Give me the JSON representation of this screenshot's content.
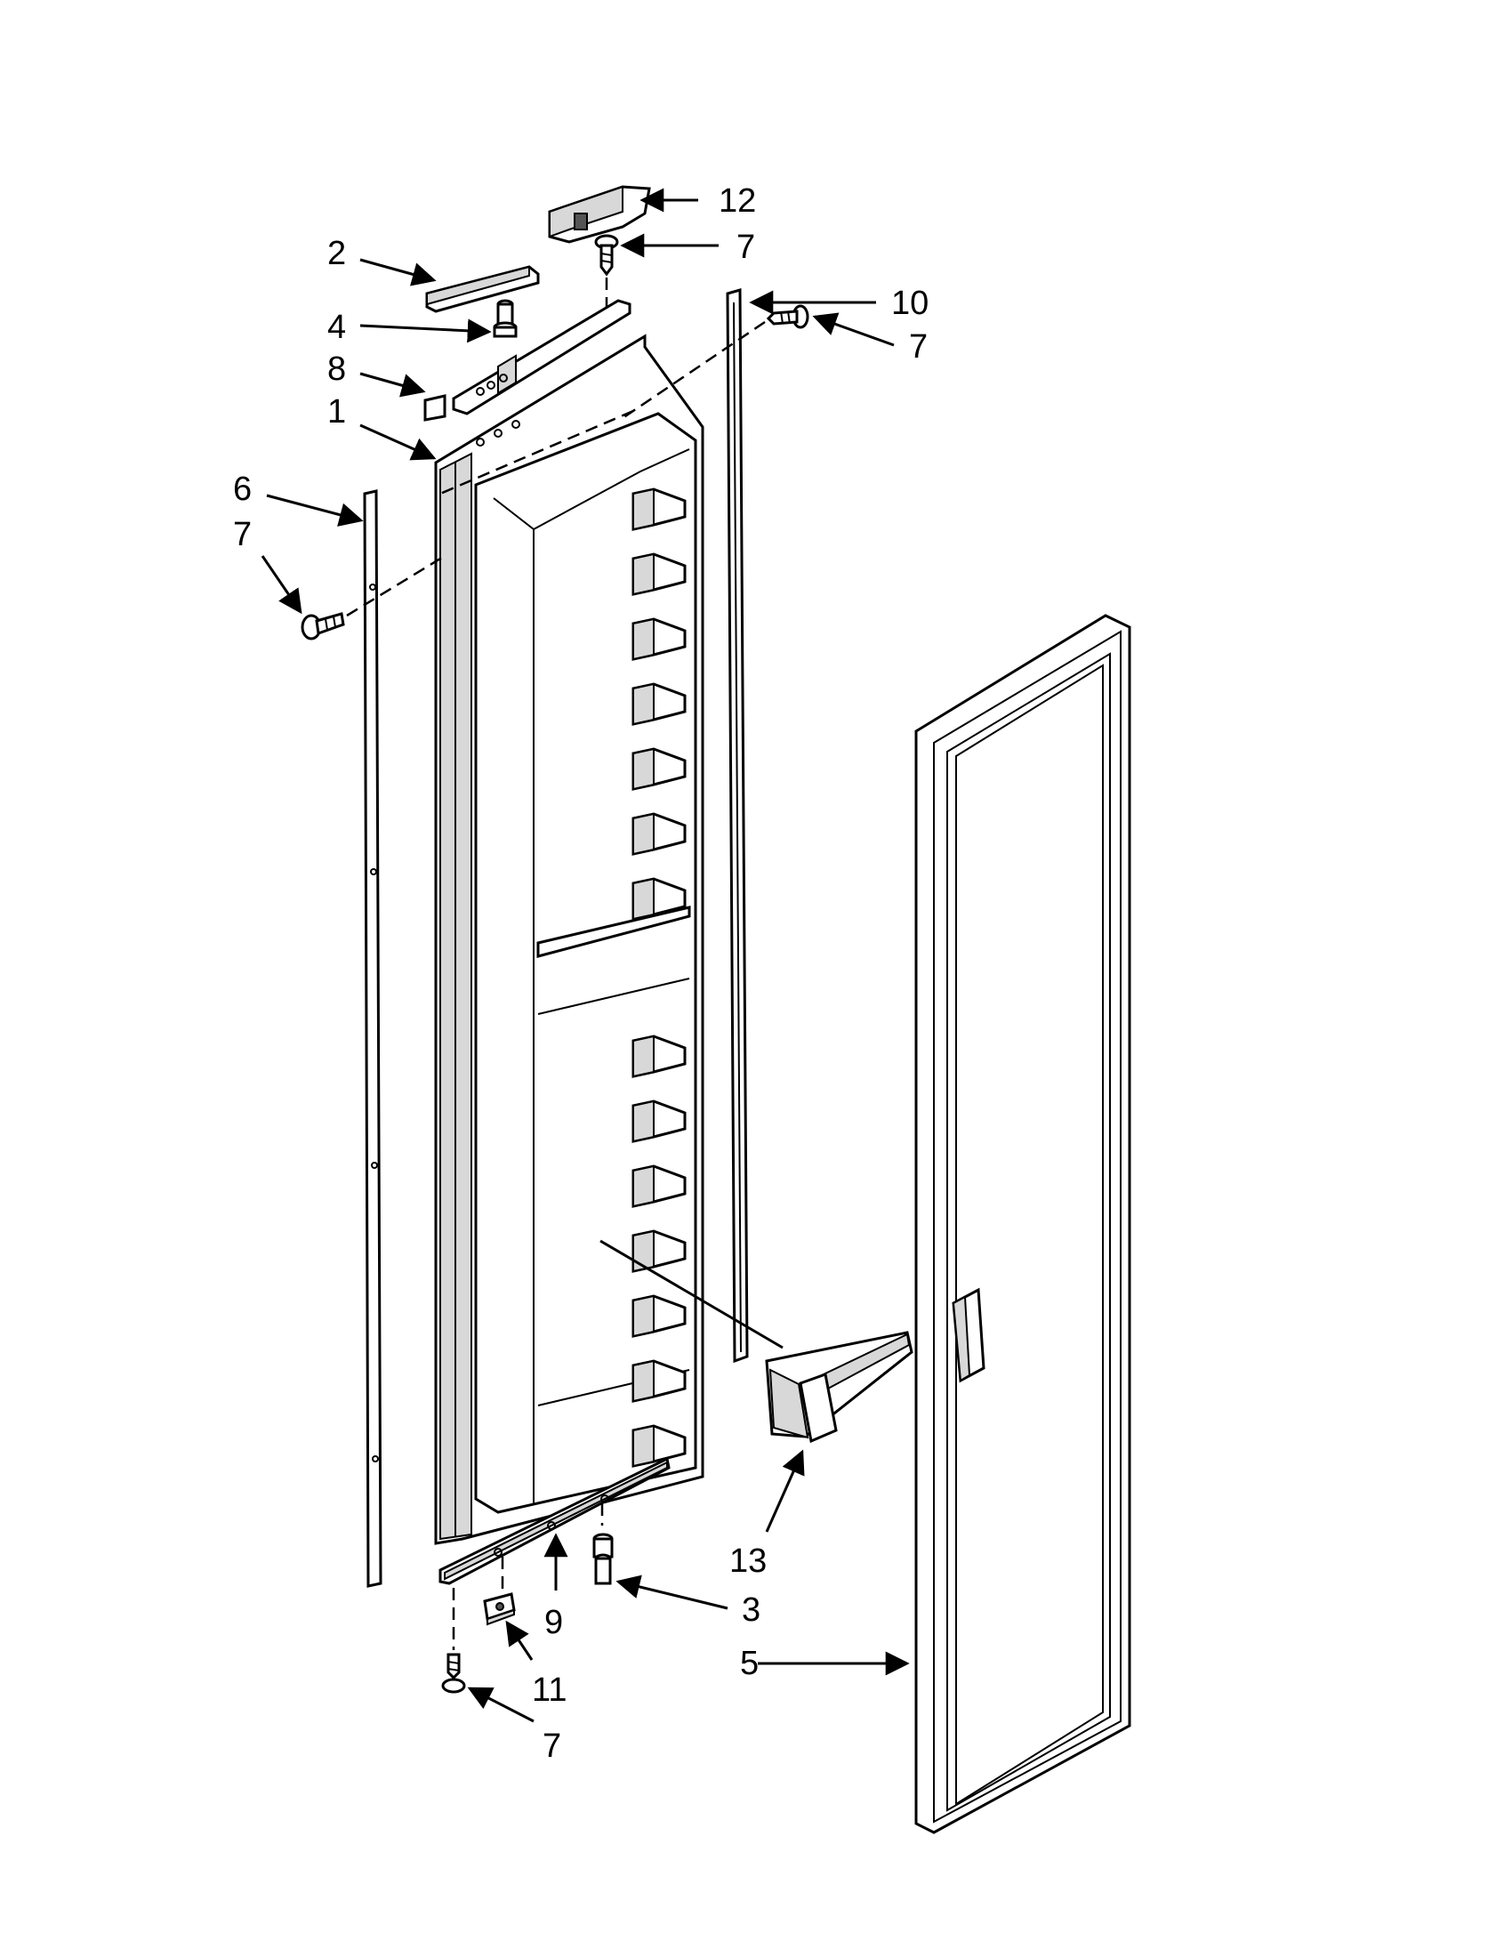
{
  "callouts": [
    {
      "id": "c12a",
      "text": "12"
    },
    {
      "id": "c7a",
      "text": "7"
    },
    {
      "id": "c2",
      "text": "2"
    },
    {
      "id": "c10",
      "text": "10"
    },
    {
      "id": "c4",
      "text": "4"
    },
    {
      "id": "c7b",
      "text": "7"
    },
    {
      "id": "c8",
      "text": "8"
    },
    {
      "id": "c1",
      "text": "1"
    },
    {
      "id": "c6",
      "text": "6"
    },
    {
      "id": "c7c",
      "text": "7"
    },
    {
      "id": "c13",
      "text": "13"
    },
    {
      "id": "c9",
      "text": "9"
    },
    {
      "id": "c3",
      "text": "3"
    },
    {
      "id": "c11",
      "text": "11"
    },
    {
      "id": "c5",
      "text": "5"
    },
    {
      "id": "c7d",
      "text": "7"
    }
  ]
}
